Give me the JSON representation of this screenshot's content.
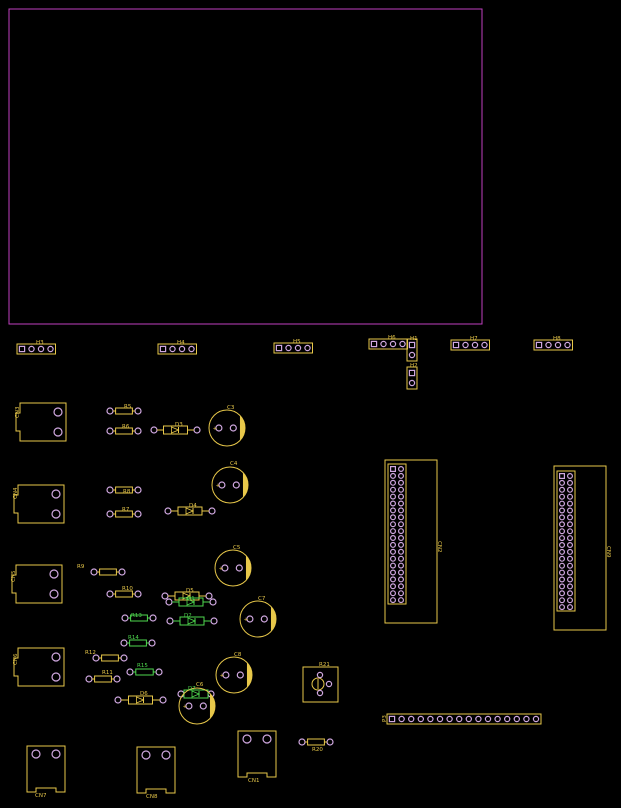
{
  "colors": {
    "background": "#000000",
    "outline": "#c040c0",
    "silk": "#e8c84a",
    "silk_green": "#4ed84e",
    "pad_ring": "#d0a8e0",
    "pad_hole": "#000000"
  },
  "labels": {
    "H3": "H3",
    "H4": "H4",
    "H5": "H5",
    "H6": "H6",
    "H1": "H1",
    "H2": "H2",
    "H7": "H7",
    "H8": "H8",
    "CN3": "CN3",
    "CN4": "CN4",
    "CN5": "CN5",
    "CN6": "CN6",
    "CN7": "CN7",
    "CN8": "CN8",
    "CN1": "CN1",
    "CN2": "CN2",
    "CN9": "CN9",
    "R5": "R5",
    "R6": "R6",
    "R8": "R8",
    "R7": "R7",
    "R9": "R9",
    "R10": "R10",
    "R13": "R13",
    "R14": "R14",
    "R12": "R12",
    "R11": "R11",
    "R15": "R15",
    "R21": "R21",
    "R20": "R20",
    "D3": "D3",
    "D4": "D4",
    "D5": "D5",
    "D6": "D6",
    "D1": "D1",
    "D2": "D2",
    "D7": "D7",
    "C3": "C3",
    "C4": "C4",
    "C5": "C5",
    "C6": "C6",
    "C7": "C7",
    "C8": "C8",
    "P3": "P3"
  }
}
